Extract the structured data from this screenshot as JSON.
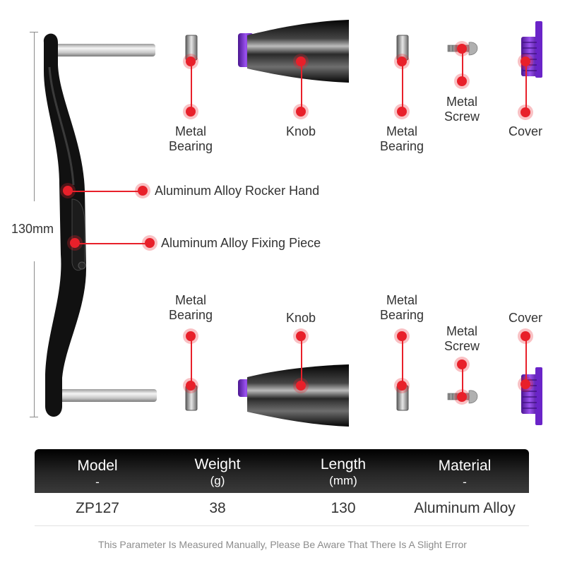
{
  "dimension": {
    "label": "130mm"
  },
  "top_row": {
    "bearing_left": "Metal\nBearing",
    "knob": "Knob",
    "bearing_right": "Metal\nBearing",
    "screw": "Metal\nScrew",
    "cover": "Cover"
  },
  "middle": {
    "rocker_hand": "Aluminum Alloy Rocker Hand",
    "fixing_piece": "Aluminum Alloy Fixing Piece"
  },
  "bottom_row": {
    "bearing_left": "Metal\nBearing",
    "knob": "Knob",
    "bearing_right": "Metal\nBearing",
    "screw": "Metal\nScrew",
    "cover": "Cover"
  },
  "spec_table": {
    "headers": [
      {
        "title": "Model",
        "sub": "-"
      },
      {
        "title": "Weight",
        "sub": "(g)"
      },
      {
        "title": "Length",
        "sub": "(mm)"
      },
      {
        "title": "Material",
        "sub": "-"
      }
    ],
    "row": [
      "ZP127",
      "38",
      "130",
      "Aluminum Alloy"
    ]
  },
  "footnote": "This Parameter Is Measured Manually, Please Be Aware That There Is A Slight Error",
  "colors": {
    "accent": "#e8202a",
    "purple": "#7b2fd6",
    "arm": "#111111"
  }
}
